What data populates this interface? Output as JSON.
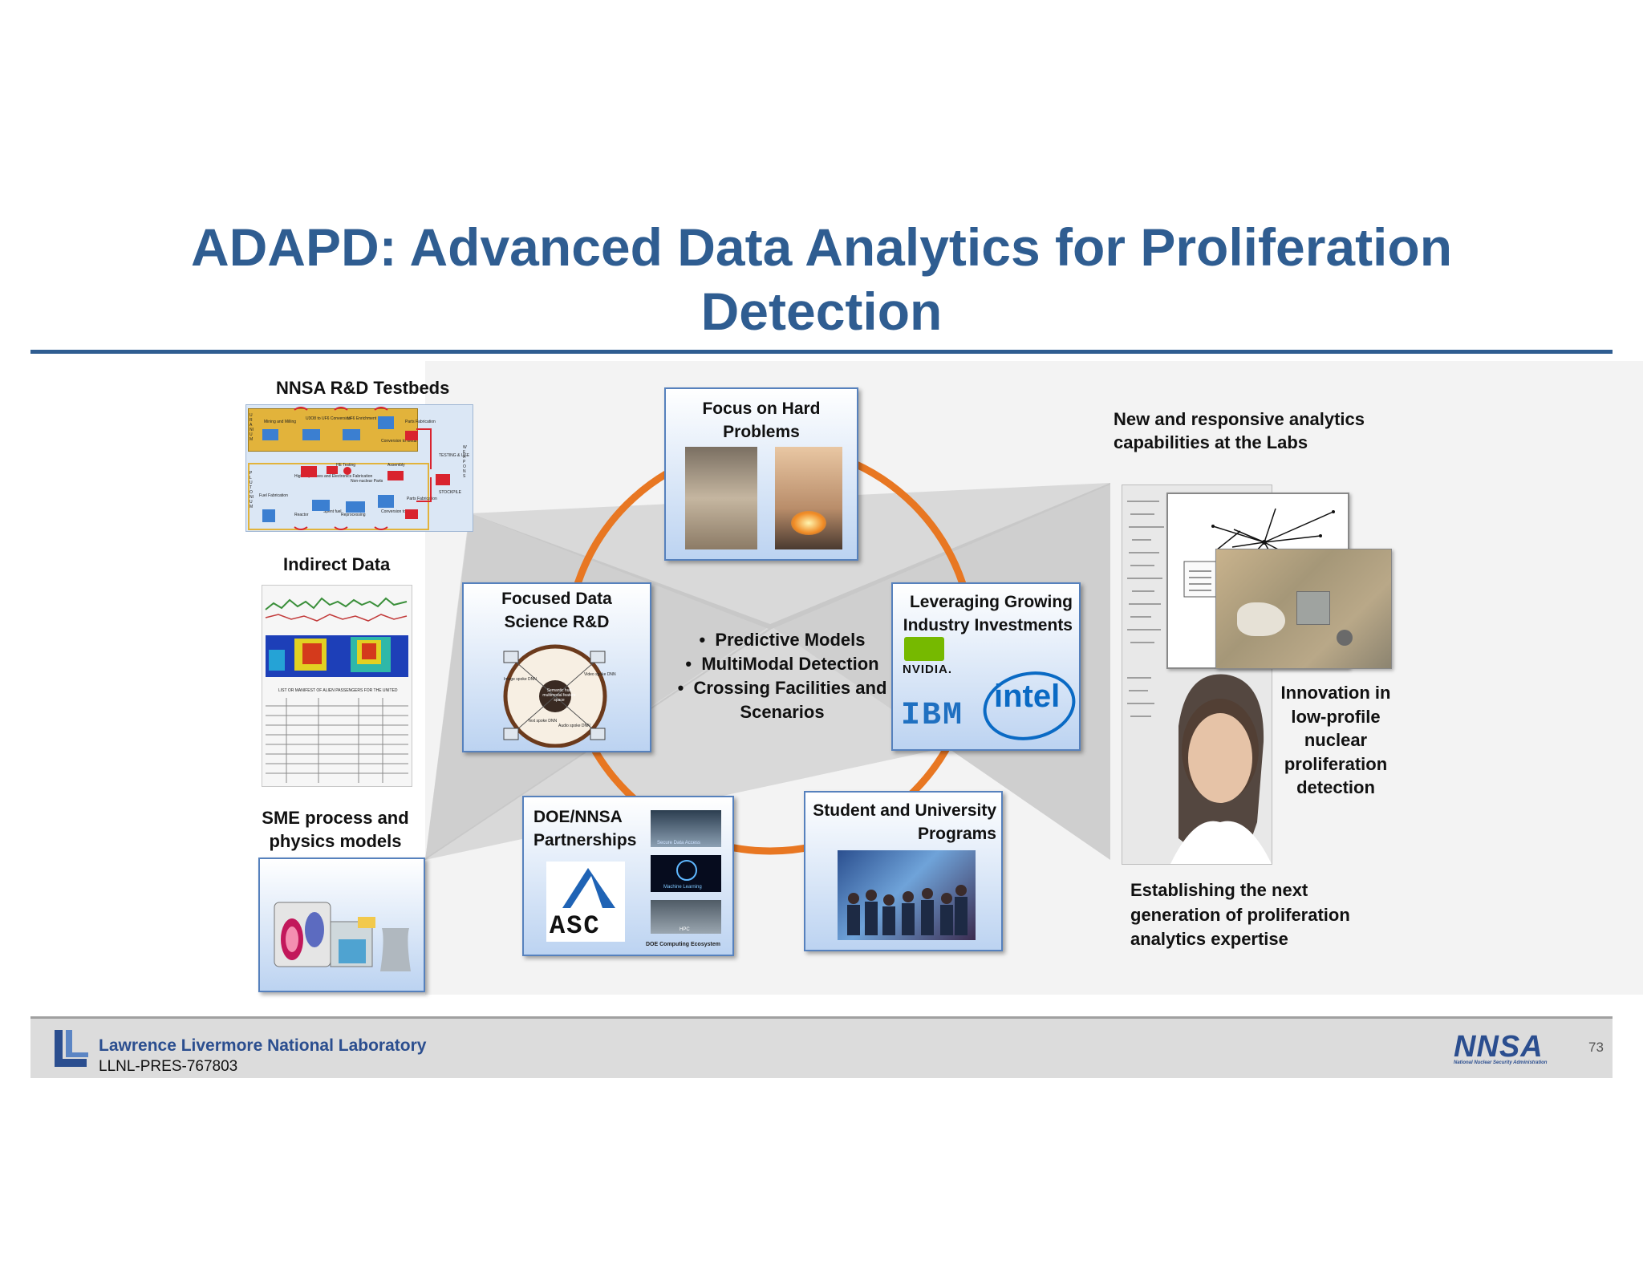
{
  "title": {
    "line1": "ADAPD:  Advanced Data Analytics for Proliferation",
    "line2": "Detection"
  },
  "left": {
    "testbeds_label": "NNSA R&D Testbeds",
    "indirect_label": "Indirect Data",
    "sme_label_line1": "SME process and",
    "sme_label_line2": "physics models",
    "flow": {
      "uranium": "URANIUM",
      "plutonium": "PLUTONIUM",
      "weapons": "WEAPONS",
      "mining": "Mining and Milling",
      "conversion": "U3O8 to UF6 Conversion",
      "enrichment": "UF6 Enrichment",
      "to_metal": "Conversion to Metal",
      "parts_fab": "Parts Fabrication",
      "testing": "TESTING & USE",
      "he_testing": "HE Testing",
      "assembly": "Assembly",
      "high_explosives": "High Explosives and Electronics Fabrication",
      "non_nuclear": "Non-nuclear Parts",
      "stockpile": "STOCKPILE",
      "fuel_fab": "Fuel Fabrication",
      "reactor": "Reactor",
      "spent_fuel": "Spent fuel",
      "reprocessing": "Reprocessing",
      "conversion_metal": "Conversion to Metal",
      "parts_fab2": "Parts Fabrication"
    },
    "document_heading": "LIST OR MANIFEST OF ALIEN PASSENGERS FOR THE UNITED"
  },
  "center": {
    "hard_problems_line1": "Focus on Hard",
    "hard_problems_line2": "Problems",
    "focused_line1": "Focused Data",
    "focused_line2": "Science R&D",
    "spokes": {
      "hub": "Semantic hub multimodal feature space",
      "image": "Image spoke DNN",
      "video": "Video spoke DNN",
      "text": "Text spoke DNN",
      "audio": "Audio spoke DNN"
    },
    "bullets": [
      "Predictive Models",
      "MultiModal Detection",
      "Crossing Facilities and"
    ],
    "bullet_continuation": "Scenarios",
    "industry_line1": "Leveraging Growing",
    "industry_line2": "Industry Investments",
    "nvidia": "NVIDIA.",
    "ibm": "IBM",
    "intel": "intel",
    "doe_line1": "DOE/NNSA",
    "doe_line2": "Partnerships",
    "asc": "ASC",
    "secure_data": "Secure Data Access",
    "machine_learning": "Machine Learning",
    "hpc": "HPC",
    "doe_ecosystem": "DOE Computing Ecosystem",
    "student_line1": "Student and University",
    "student_line2": "Programs"
  },
  "right": {
    "new_line1": "New and responsive analytics",
    "new_line2": "capabilities at the Labs",
    "innovation": [
      "Innovation in",
      "low-profile",
      "nuclear",
      "proliferation",
      "detection"
    ],
    "establish": [
      "Establishing the next",
      "generation of proliferation",
      "analytics expertise"
    ]
  },
  "footer": {
    "lab_name": "Lawrence Livermore National Laboratory",
    "doc_id": "LLNL-PRES-767803",
    "nnsa": "NNSA",
    "nnsa_full": "National Nuclear Security Administration",
    "page_number": "73"
  },
  "colors": {
    "title_blue": "#2f5d91",
    "orange_ring": "#e87722",
    "box_border": "#5681bd",
    "footer_blue": "#2b4e8f"
  }
}
